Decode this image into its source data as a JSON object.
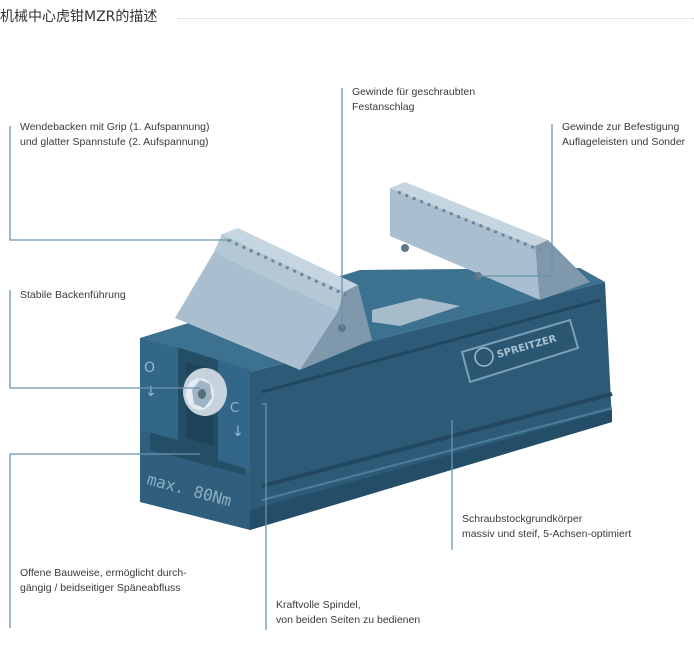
{
  "title": "机械中心虎钳MZR的描述",
  "colors": {
    "body": "#2f5f7c",
    "body_dark": "#234a62",
    "body_light": "#3d7190",
    "jaw": "#a9bfcf",
    "jaw_light": "#c6d6e1",
    "jaw_dark": "#7f98ab",
    "leader": "#6b93ad"
  },
  "labels": {
    "wendebacken": {
      "line1": "Wendebacken mit Grip (1. Aufspannung)",
      "line2": "und glatter Spannstufe (2. Aufspannung)"
    },
    "gewinde_festanschlag": {
      "line1": "Gewinde für geschraubten",
      "line2": "Festanschlag"
    },
    "gewinde_befestigung": {
      "line1": "Gewinde zur Befestigung",
      "line2": "Auflageleisten und Sonder"
    },
    "backenfuehrung": {
      "line1": "Stabile Backenführung"
    },
    "grundkoerper": {
      "line1": "Schraubstockgrundkörper",
      "line2": "massiv und steif, 5-Achsen-optimiert"
    },
    "bauweise": {
      "line1": "Offene Bauweise, ermöglicht durch-",
      "line2": "gängig / beidseitiger Späneabfluss"
    },
    "spindel": {
      "line1": "Kraftvolle Spindel,",
      "line2": "von beiden Seiten zu bedienen"
    }
  },
  "engravings": {
    "torque": "max. 80Nm",
    "open_mark": "O",
    "close_mark": "C",
    "brand": "SPREITZER"
  }
}
